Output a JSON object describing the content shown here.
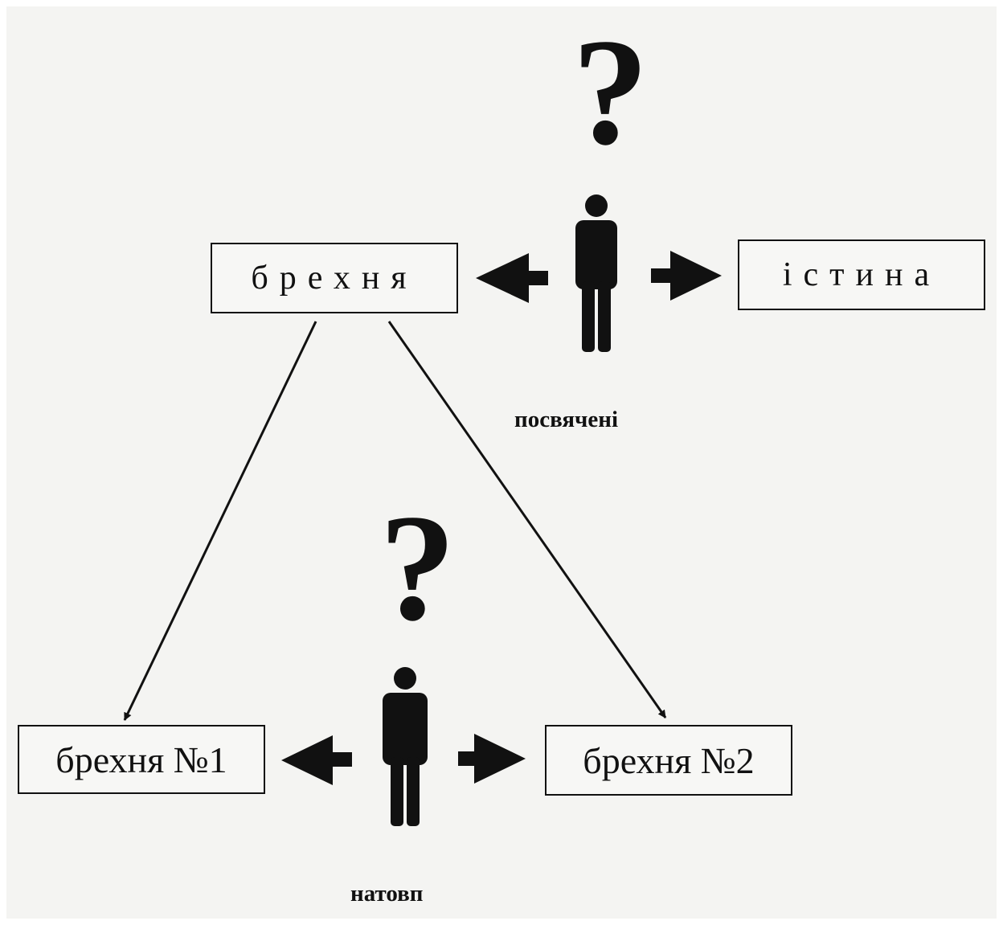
{
  "boxes": {
    "lie": "брехня",
    "truth": "істина",
    "lie_1": "брехня №1",
    "lie_2": "брехня №2"
  },
  "captions": {
    "initiated": "посвячені",
    "crowd": "натовп"
  },
  "symbols": {
    "question_mark": "?"
  },
  "icons": [
    "person-icon",
    "arrow-left-icon",
    "arrow-right-icon",
    "question-mark-icon"
  ],
  "colors": {
    "ink": "#111111",
    "paper": "#f4f4f2"
  }
}
